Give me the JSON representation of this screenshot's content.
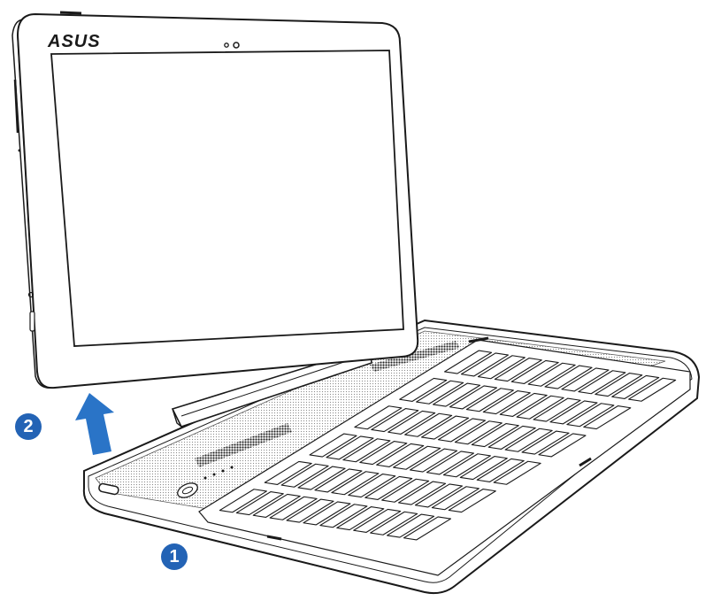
{
  "brand": {
    "logo_text": "ASUS"
  },
  "steps": [
    {
      "number": "1"
    },
    {
      "number": "2"
    }
  ],
  "colors": {
    "badge": "#2363b5",
    "arrow": "#2a74c7",
    "outline": "#1a1a1a",
    "mesh": "#7a7a7a"
  },
  "icons": {
    "arrow": "up-arrow-icon"
  }
}
